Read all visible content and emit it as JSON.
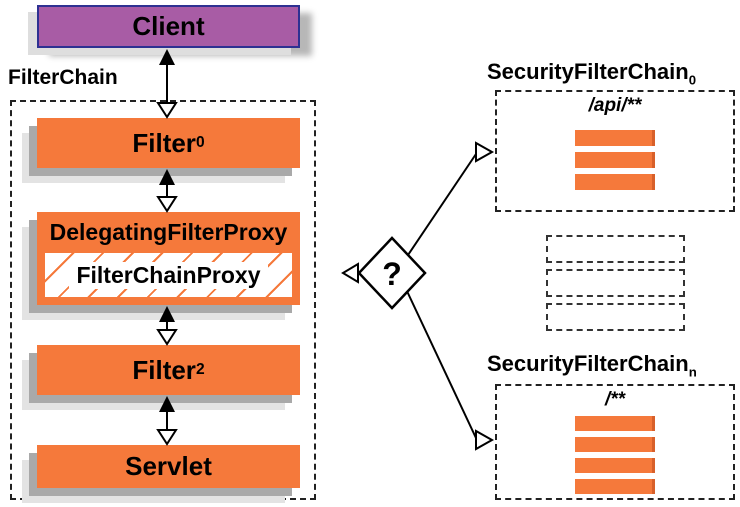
{
  "colors": {
    "orange": "#F5793B",
    "purple": "#A85CA5",
    "client_border": "#2E3192"
  },
  "left": {
    "client": {
      "label": "Client"
    },
    "filter_chain_label": "FilterChain",
    "filter0": {
      "text": "Filter",
      "sub": "0"
    },
    "delegating_filter_proxy": {
      "label": "DelegatingFilterProxy"
    },
    "filter_chain_proxy": {
      "label": "FilterChainProxy"
    },
    "filter2": {
      "text": "Filter",
      "sub": "2"
    },
    "servlet": {
      "label": "Servlet"
    }
  },
  "decision": {
    "label": "?"
  },
  "right": {
    "chain0": {
      "title": "SecurityFilterChain",
      "sub": "0",
      "pattern": "/api/**",
      "filter_bars": 3
    },
    "ellipsis_boxes": 3,
    "chainN": {
      "title": "SecurityFilterChain",
      "sub": "n",
      "pattern": "/**",
      "filter_bars": 4
    }
  }
}
